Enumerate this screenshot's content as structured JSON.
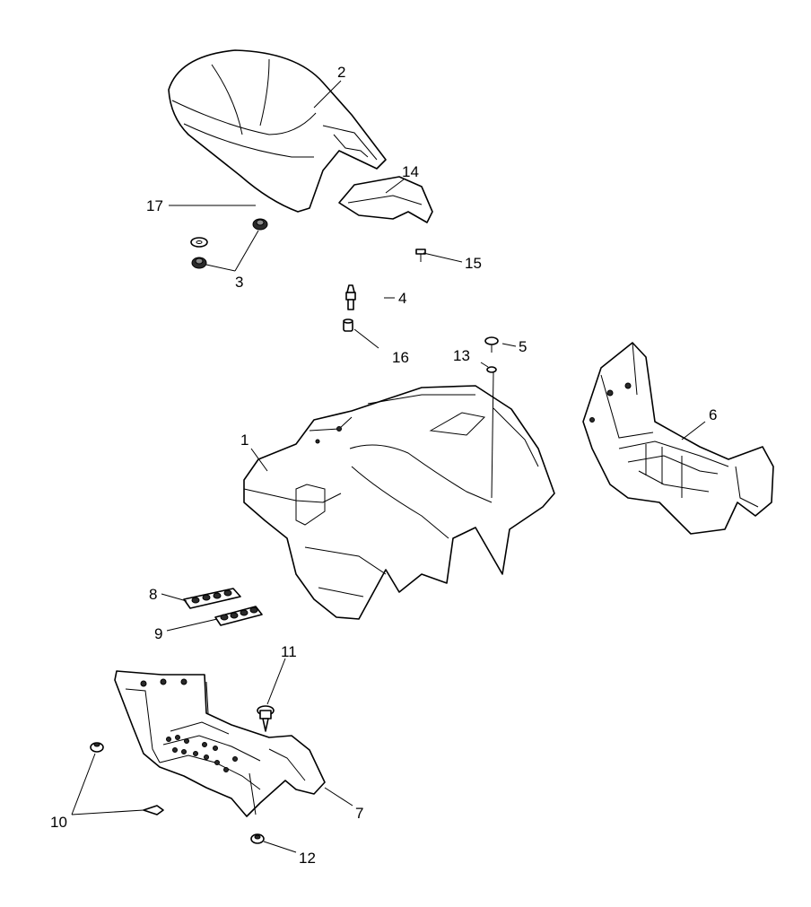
{
  "callouts": [
    "1",
    "2",
    "3",
    "4",
    "5",
    "6",
    "7",
    "8",
    "9",
    "10",
    "11",
    "12",
    "13",
    "14",
    "15",
    "16",
    "17"
  ]
}
